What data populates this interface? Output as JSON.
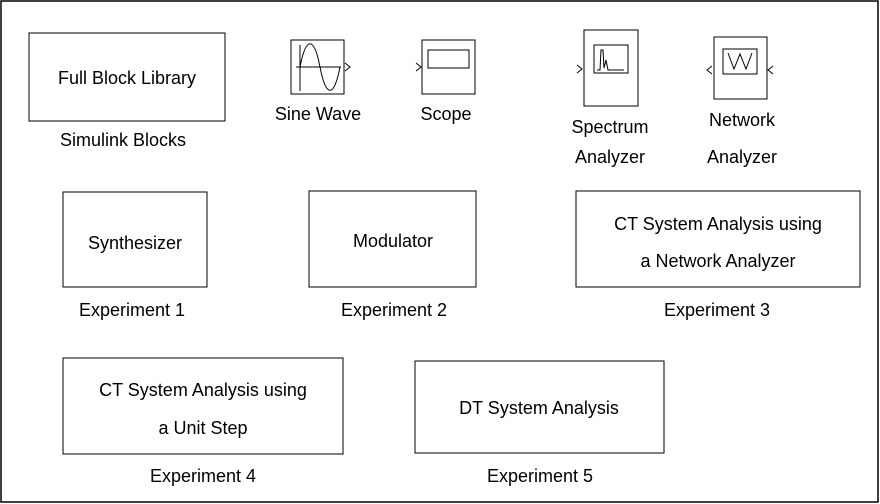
{
  "library": {
    "full_block": {
      "text": "Full Block Library",
      "caption": "Simulink Blocks"
    },
    "sine_wave": {
      "caption": "Sine Wave",
      "icon": "sine-wave-icon"
    },
    "scope": {
      "caption": "Scope",
      "icon": "scope-icon"
    },
    "spectrum_analyzer": {
      "caption_lines": [
        "Spectrum",
        "Analyzer"
      ],
      "icon": "spectrum-icon"
    },
    "network_analyzer": {
      "caption_lines": [
        "Network",
        "Analyzer"
      ],
      "icon": "network-icon"
    }
  },
  "experiments": [
    {
      "lines": [
        "Synthesizer"
      ],
      "caption": "Experiment 1"
    },
    {
      "lines": [
        "Modulator"
      ],
      "caption": "Experiment 2"
    },
    {
      "lines": [
        "CT System Analysis using",
        "a Network Analyzer"
      ],
      "caption": "Experiment 3"
    },
    {
      "lines": [
        "CT System Analysis using",
        "a Unit Step"
      ],
      "caption": "Experiment 4"
    },
    {
      "lines": [
        "DT System Analysis"
      ],
      "caption": "Experiment 5"
    }
  ],
  "colors": {
    "stroke": "#000000",
    "background": "#ffffff"
  }
}
